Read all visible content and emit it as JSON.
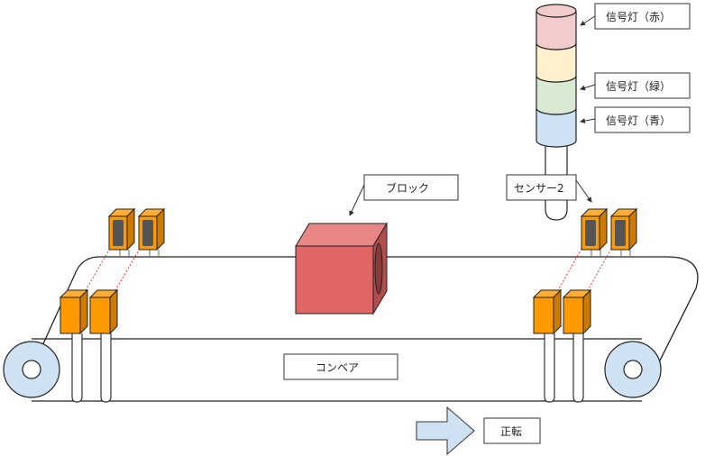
{
  "diagram": {
    "labels": {
      "signal_red": "信号灯（赤）",
      "signal_green": "信号灯（緑）",
      "signal_blue": "信号灯（青）",
      "sensor2": "センサー2",
      "block": "ブロック",
      "conveyor": "コンベア",
      "direction": "正転"
    },
    "signal_tower": {
      "layers": [
        {
          "name": "red",
          "color": "#f2cccc"
        },
        {
          "name": "yellow",
          "color": "#fff1cc"
        },
        {
          "name": "green",
          "color": "#d9ead3"
        },
        {
          "name": "blue",
          "color": "#cfe2f3"
        }
      ]
    },
    "colors": {
      "sensor_front": "#ff9900",
      "sensor_top": "#ffad33",
      "sensor_side": "#cc7a00",
      "sensor_window": "#555555",
      "block_front": "#e06666",
      "block_top": "#e88585",
      "block_side": "#b34d4d",
      "roller": "#cfe2f3",
      "beam": "#ff3333",
      "arrow": "#cfe2f3"
    }
  }
}
